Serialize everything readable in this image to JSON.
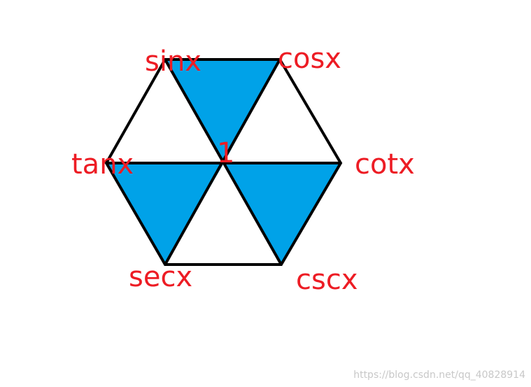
{
  "colors": {
    "background": "#ffffff",
    "shade": "#00a2e8",
    "edge": "#000000",
    "label": "#ed1c24",
    "watermark": "#c8c8c8"
  },
  "labels": {
    "top_left": "sinx",
    "top_right": "cosx",
    "left": "tanx",
    "right": "cotx",
    "bottom_left": "secx",
    "bottom_right": "cscx",
    "center": "1"
  },
  "watermark": "https://blog.csdn.net/qq_40828914"
}
